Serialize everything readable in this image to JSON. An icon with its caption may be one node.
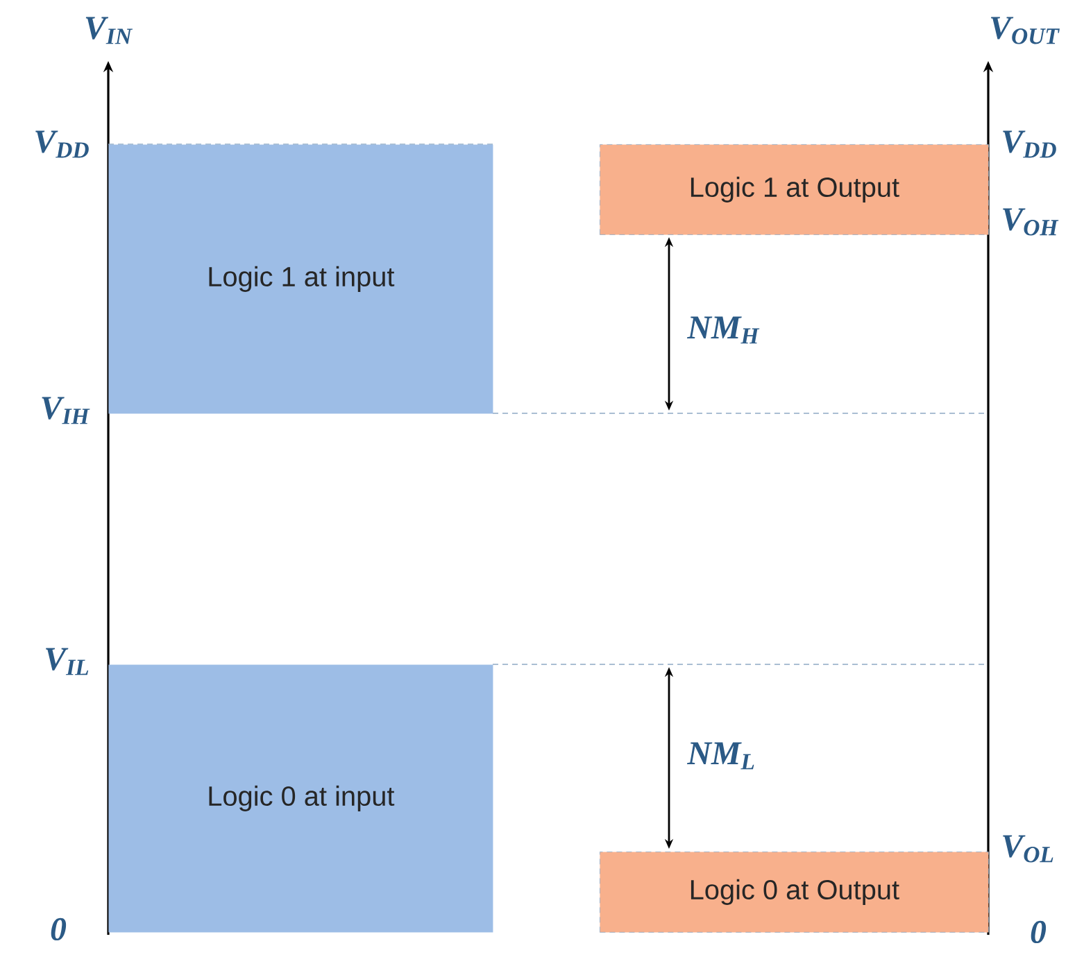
{
  "diagram": {
    "nodes": [
      {
        "text": [
          "Logic 1 at input"
        ]
      },
      {
        "text": [
          "Logic 0 at input"
        ]
      },
      {
        "text": [
          "Logic 1 at Output"
        ]
      },
      {
        "text": [
          "Logic 0 at Output"
        ]
      }
    ],
    "labels": [
      "V$_{IN}$",
      "V$_{OUT}$",
      "V$_{DD}$",
      "V$_{IH}$",
      "V$_{IL}$",
      "0",
      "V$_{DD}$",
      "V$_{OH}$",
      "NM$_{H}$",
      "NM$_{L}$",
      "V$_{OL}$",
      "0"
    ]
  }
}
